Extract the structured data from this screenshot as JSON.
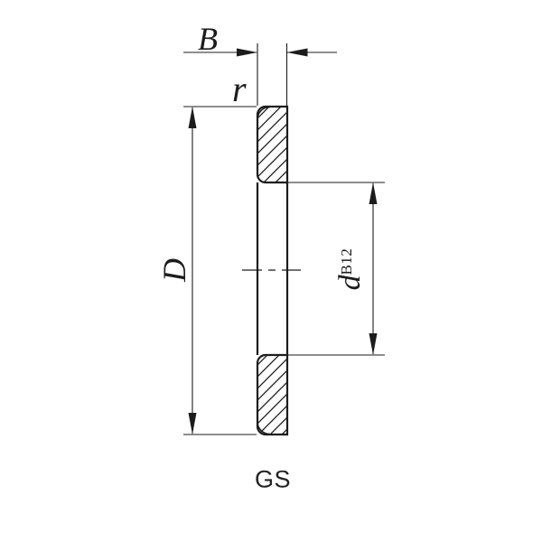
{
  "drawing": {
    "type": "engineering-cross-section",
    "part_label": "GS",
    "background_color": "#ffffff",
    "line_color": "#1c1c1c",
    "dimensions": {
      "width_label": "B",
      "fillet_radius_label": "r",
      "outer_diameter_label": "D",
      "bore_diameter_label": "d",
      "bore_tolerance": "B12"
    }
  }
}
